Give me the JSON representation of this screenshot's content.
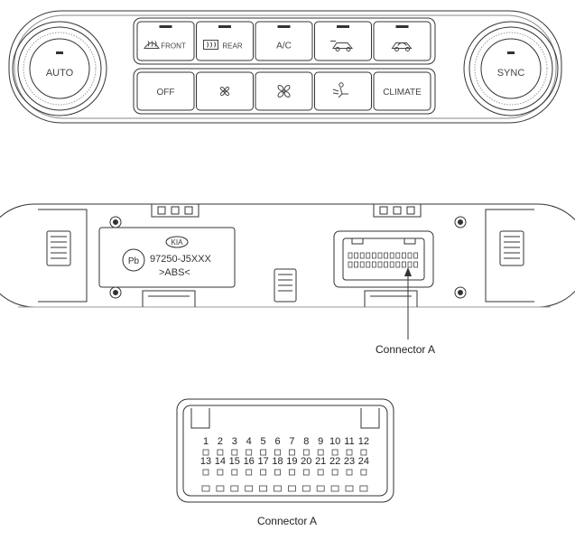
{
  "control_panel": {
    "left_knob_label": "AUTO",
    "right_knob_label": "SYNC",
    "top_buttons": [
      {
        "label": "FRONT",
        "icon": "front-defrost-icon"
      },
      {
        "label": "REAR",
        "icon": "rear-defrost-icon"
      },
      {
        "label": "A/C",
        "icon": ""
      },
      {
        "label": "",
        "icon": "fresh-air-icon"
      },
      {
        "label": "",
        "icon": "recirculation-icon"
      }
    ],
    "bottom_buttons": [
      {
        "label": "OFF",
        "icon": ""
      },
      {
        "label": "",
        "icon": "fan-down-icon"
      },
      {
        "label": "",
        "icon": "fan-up-icon"
      },
      {
        "label": "",
        "icon": "mode-icon"
      },
      {
        "label": "CLIMATE",
        "icon": ""
      }
    ]
  },
  "rear_unit": {
    "brand": "KIA",
    "part_number": "97250-J5XXX",
    "material": ">ABS<",
    "lead_free_mark": "Pb",
    "connector_callout": "Connector A"
  },
  "connector_detail": {
    "title": "Connector A",
    "pins_top": [
      "1",
      "2",
      "3",
      "4",
      "5",
      "6",
      "7",
      "8",
      "9",
      "10",
      "11",
      "12"
    ],
    "pins_bottom": [
      "13",
      "14",
      "15",
      "16",
      "17",
      "18",
      "19",
      "20",
      "21",
      "22",
      "23",
      "24"
    ]
  }
}
